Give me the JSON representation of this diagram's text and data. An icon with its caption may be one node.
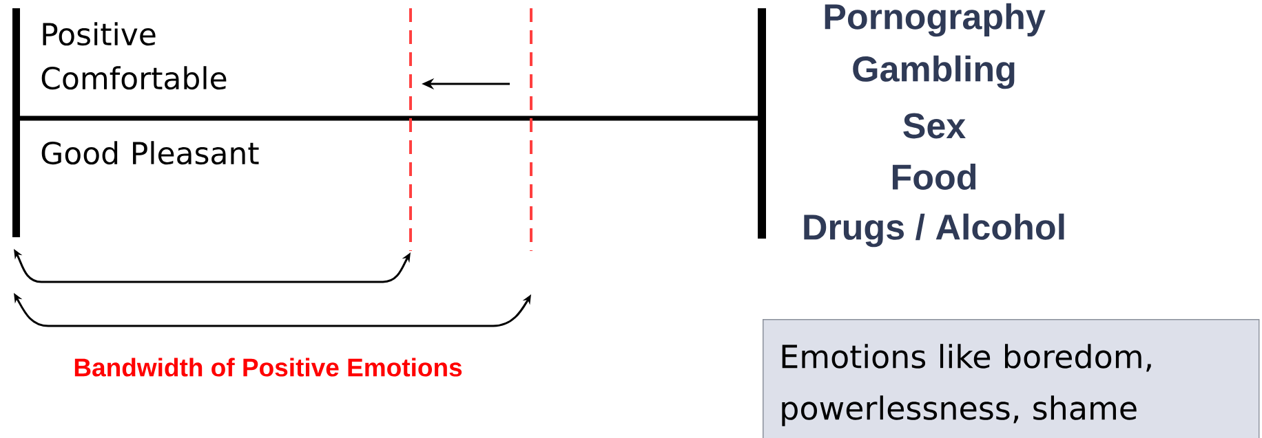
{
  "diagram": {
    "nodes": [
      {
        "text": [
          "Emotions like boredom, powerlessness, shame"
        ]
      }
    ],
    "labels": [
      "Positive Comfortable",
      "Good Pleasant",
      "Pornography",
      "Gambling",
      "Sex",
      "Food",
      "Drugs / Alcohol",
      "Bandwidth of Positive Emotions"
    ]
  }
}
